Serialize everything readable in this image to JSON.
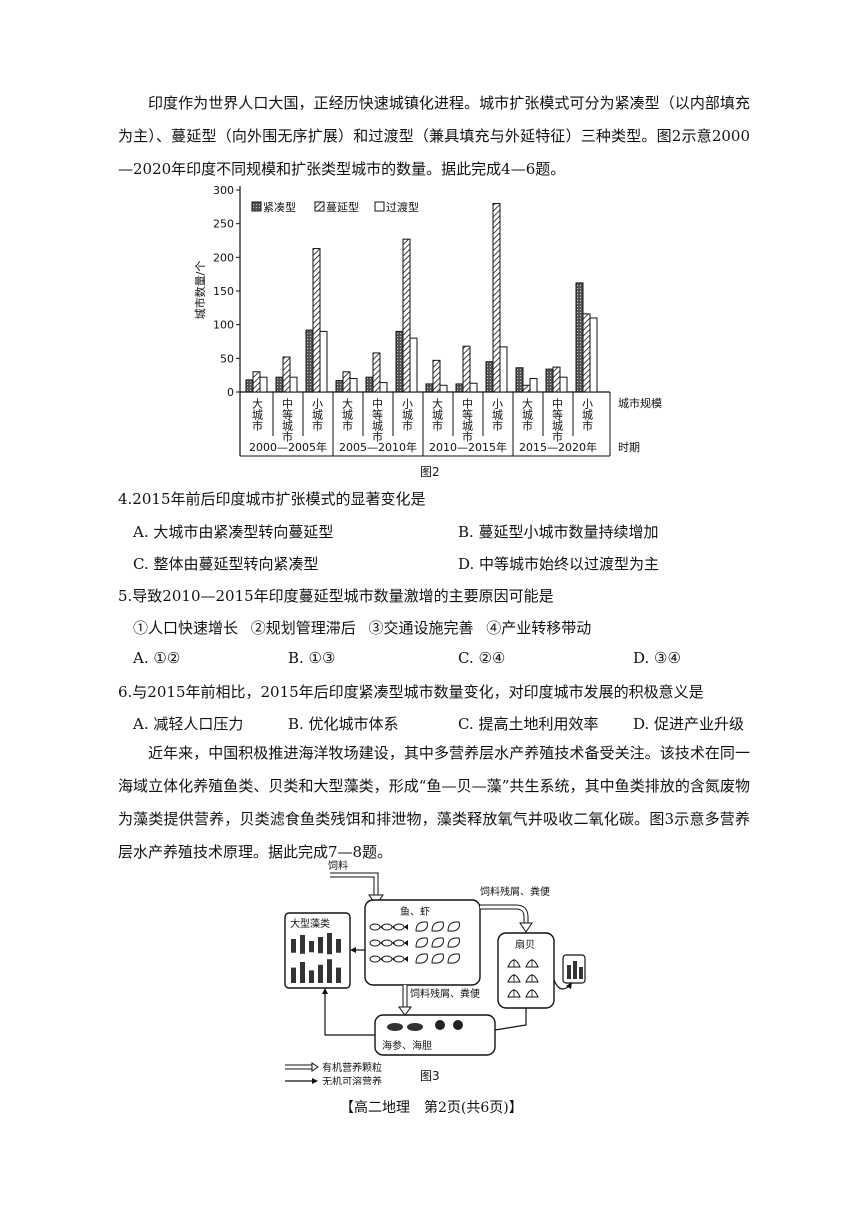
{
  "intro1": "印度作为世界人口大国，正经历快速城镇化进程。城市扩张模式可分为紧凑型（以内部填充为主）、蔓延型（向外围无序扩展）和过渡型（兼具填充与外延特征）三种类型。图2示意2000—2020年印度不同规模和扩张类型城市的数量。据此完成4—6题。",
  "fig2_caption": "图2",
  "chart_data": {
    "type": "bar",
    "ylabel": "城市数量/个",
    "xlabel_scale": "城市规模",
    "xlabel_period": "时期",
    "ylim": [
      0,
      300
    ],
    "yticks": [
      0,
      50,
      100,
      150,
      200,
      250,
      300
    ],
    "periods": [
      "2000—2005年",
      "2005—2010年",
      "2010—2015年",
      "2015—2020年"
    ],
    "scales": [
      "大城市",
      "中等城市",
      "小城市"
    ],
    "series": [
      {
        "name": "紧凑型",
        "pattern": "dense",
        "values": [
          18,
          22,
          92,
          17,
          22,
          90,
          12,
          12,
          45,
          36,
          34,
          162
        ]
      },
      {
        "name": "蔓延型",
        "pattern": "hatch",
        "values": [
          30,
          52,
          213,
          30,
          58,
          227,
          47,
          68,
          280,
          10,
          37,
          116
        ]
      },
      {
        "name": "过渡型",
        "pattern": "empty",
        "values": [
          22,
          22,
          90,
          20,
          14,
          80,
          10,
          13,
          67,
          20,
          22,
          110
        ]
      }
    ]
  },
  "q4": "4.2015年前后印度城市扩张模式的显著变化是",
  "q4_options": [
    "A. 大城市由紧凑型转向蔓延型",
    "B. 蔓延型小城市数量持续增加",
    "C. 整体由蔓延型转向紧凑型",
    "D. 中等城市始终以过渡型为主"
  ],
  "q5": "5.导致2010—2015年印度蔓延型城市数量激增的主要原因可能是",
  "q5_items": "①人口快速增长 ②规划管理滞后 ③交通设施完善 ④产业转移带动",
  "q5_options": [
    "A. ①②",
    "B. ①③",
    "C. ②④",
    "D. ③④"
  ],
  "q6": "6.与2015年前相比，2015年后印度紧凑型城市数量变化，对印度城市发展的积极意义是",
  "q6_options": [
    "A. 减轻人口压力",
    "B. 优化城市体系",
    "C. 提高土地利用效率",
    "D. 促进产业升级"
  ],
  "intro2": "近年来，中国积极推进海洋牧场建设，其中多营养层水产养殖技术备受关注。该技术在同一海域立体化养殖鱼类、贝类和大型藻类，形成“鱼—贝—藻”共生系统，其中鱼类排放的含氮废物为藻类提供营养，贝类滤食鱼类残饵和排泄物，藻类释放氧气并吸收二氧化碳。图3示意多营养层水产养殖技术原理。据此完成7—8题。",
  "fig3": {
    "feed": "饲料",
    "fish": "鱼、虾",
    "residue_top": "饲料残屑、粪便",
    "residue_mid": "饲料残屑、粪便",
    "algae": "大型藻类",
    "scallop": "扇贝",
    "seacucumber": "海参、海胆",
    "legend_organic": "有机营养颗粒",
    "legend_inorganic": "无机可溶营养",
    "caption": "图3"
  },
  "footer": "【高二地理　第2页(共6页)】"
}
